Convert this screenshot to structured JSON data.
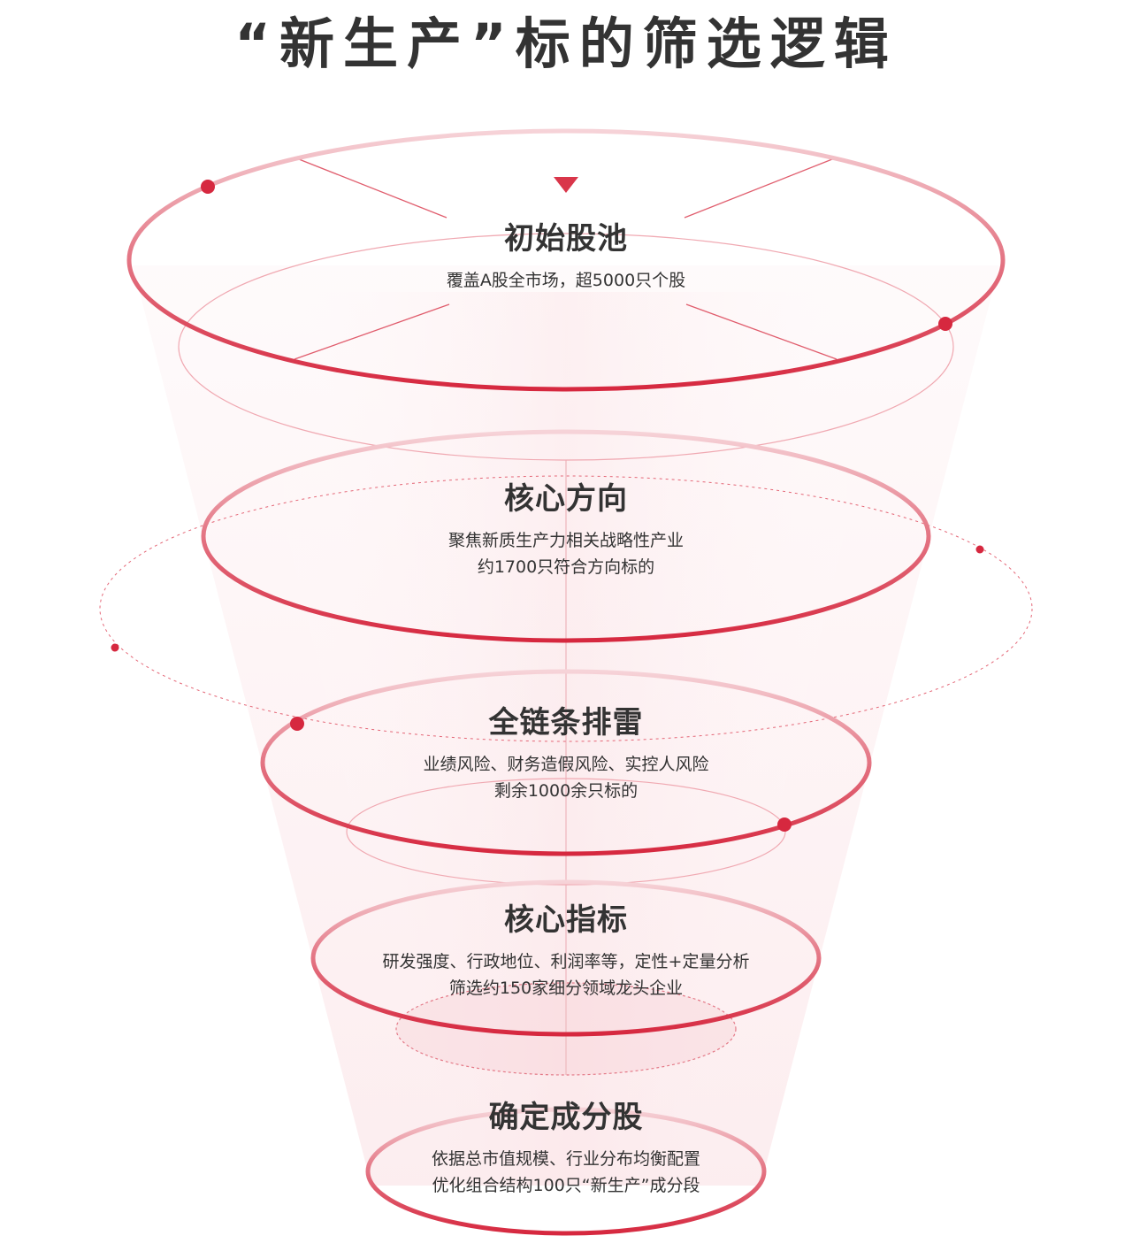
{
  "title": "“新生产”标的筛选逻辑",
  "colors": {
    "accent": "#d9364a",
    "accent_light": "#f3b7bf",
    "text": "#333333"
  },
  "stages": [
    {
      "title": "初始股池",
      "lines": [
        "覆盖A股全市场，超5000只个股"
      ]
    },
    {
      "title": "核心方向",
      "lines": [
        "聚焦新质生产力相关战略性产业",
        "约1700只符合方向标的"
      ]
    },
    {
      "title": "全链条排雷",
      "lines": [
        "业绩风险、财务造假风险、实控人风险",
        "剩余1000余只标的"
      ]
    },
    {
      "title": "核心指标",
      "lines": [
        "研发强度、行政地位、利润率等，定性+定量分析",
        "筛选约150家细分领域龙头企业"
      ]
    },
    {
      "title": "确定成分股",
      "lines": [
        "依据总市值规模、行业分布均衡配置",
        "优化组合结构100只“新生产”成分段"
      ]
    }
  ]
}
